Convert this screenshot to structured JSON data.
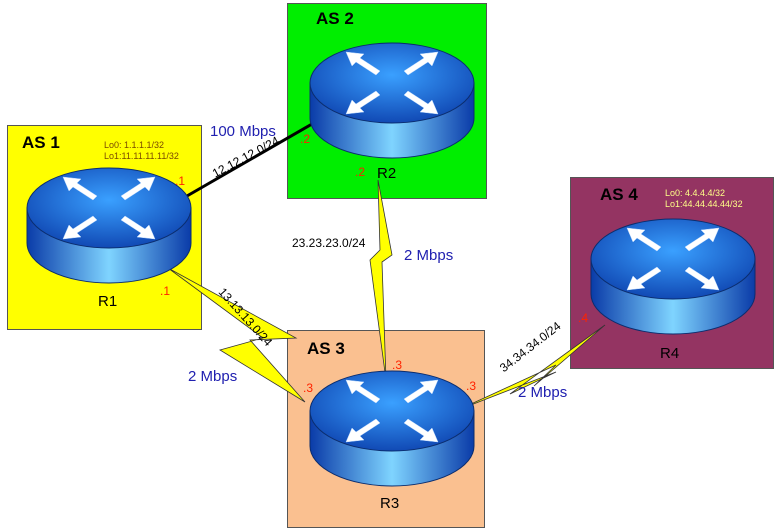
{
  "as_boxes": [
    {
      "title": "AS 1",
      "loopbacks": "Lo0: 1.1.1.1/32\nLo1:11.11.11.11/32"
    },
    {
      "title": "AS 2"
    },
    {
      "title": "AS 3"
    },
    {
      "title": "AS 4",
      "loopbacks": "Lo0: 4.4.4.4/32\nLo1:44.44.44.44/32"
    }
  ],
  "routers": [
    "R1",
    "R2",
    "R3",
    "R4"
  ],
  "links": [
    {
      "network": "12.12.12.0/24",
      "bandwidth": "100 Mbps",
      "ip_a": ".1",
      "ip_b": ".2"
    },
    {
      "network": "23.23.23.0/24",
      "bandwidth": "2 Mbps",
      "ip_a": ".2",
      "ip_b": ".3"
    },
    {
      "network": "13.13.13.0/24",
      "bandwidth": "2 Mbps",
      "ip_a": ".1",
      "ip_b": ".3"
    },
    {
      "network": "34.34.34.0/24",
      "bandwidth": "2 Mbps",
      "ip_a": ".3",
      "ip_b": ".4"
    }
  ],
  "colors": {
    "as1": "#ffff00",
    "as2": "#00ee00",
    "as3": "#fac090",
    "as4": "#943462",
    "ip": "#ff2200",
    "bandwidth": "#2020b0",
    "serial": "#ffff00"
  },
  "icons": [
    "router-icon"
  ]
}
